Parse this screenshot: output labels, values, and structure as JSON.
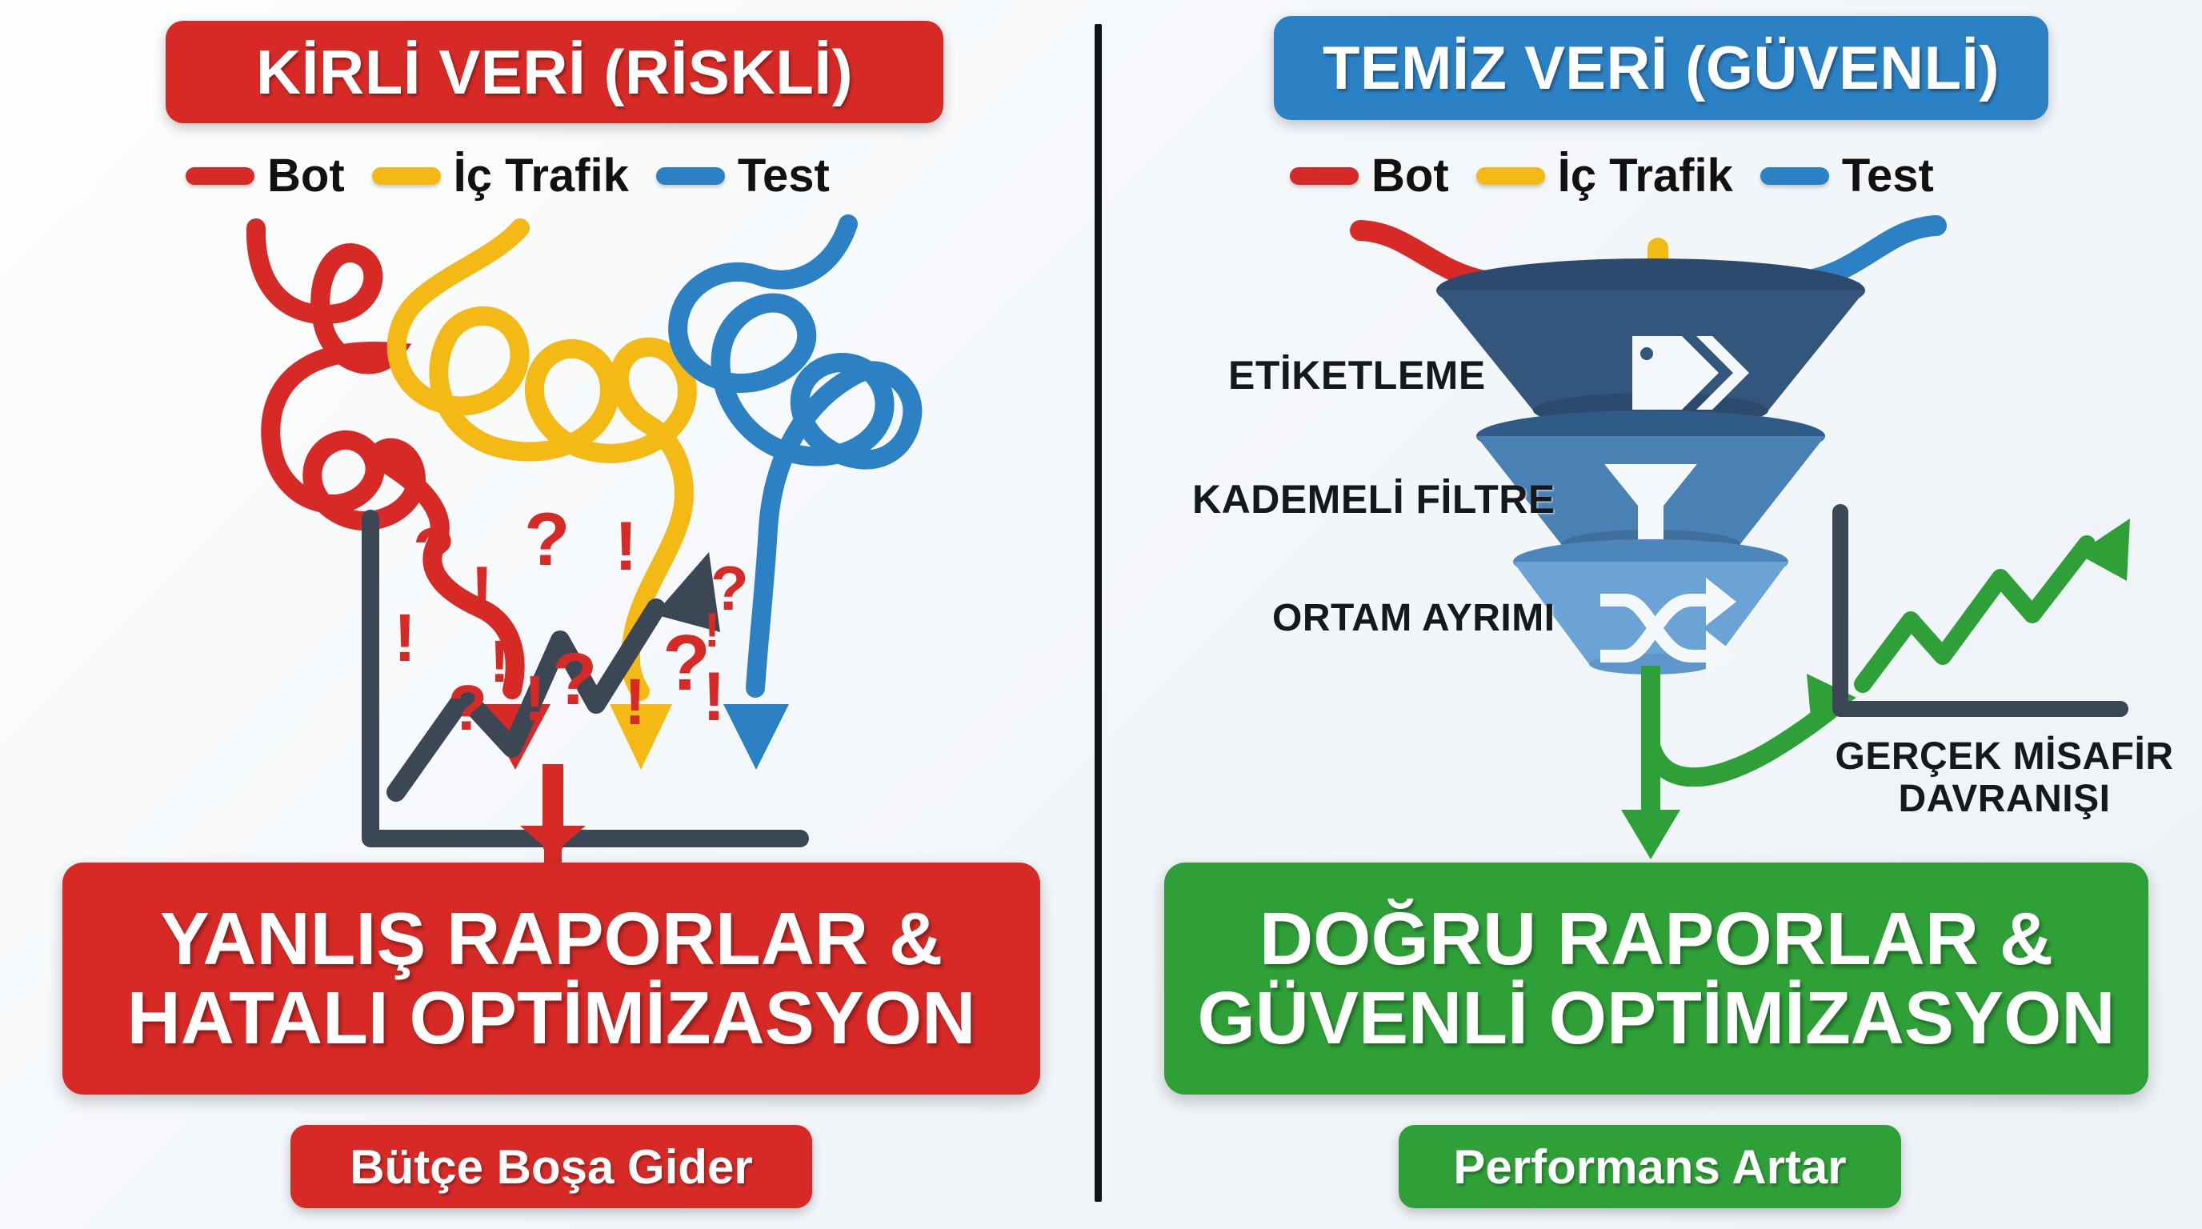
{
  "left_panel": {
    "header": "KİRLİ VERİ (RİSKLİ)",
    "header_color": "#d72a26",
    "legend": [
      {
        "label": "Bot",
        "color": "#d72a26",
        "icon": "legend-line-icon"
      },
      {
        "label": "İç Trafik",
        "color": "#f5b915",
        "icon": "legend-line-icon"
      },
      {
        "label": "Test",
        "color": "#2b81c4",
        "icon": "legend-line-icon"
      }
    ],
    "tangle": {
      "description": "tangled-scribbles",
      "colors": [
        "#d72a26",
        "#f5b915",
        "#2b81c4"
      ],
      "arrow_count": 3
    },
    "chart": {
      "icon": "chaotic-line-chart-icon",
      "axis_color": "#3c4755",
      "line_color": "#3c4755",
      "marks": [
        "?",
        "!"
      ],
      "mark_color": "#d72a26",
      "mark_count": 16
    },
    "down_arrow_color": "#d72a26",
    "banner": {
      "line1": "YANLIŞ RAPORLAR &",
      "line2": "HATALI OPTİMİZASYON",
      "color": "#d72a26"
    },
    "pill": {
      "label": "Bütçe Boşa Gider",
      "color": "#d72a26"
    }
  },
  "right_panel": {
    "header": "TEMİZ VERİ (GÜVENLİ)",
    "header_color": "#2b81c4",
    "legend": [
      {
        "label": "Bot",
        "color": "#d72a26",
        "icon": "legend-line-icon"
      },
      {
        "label": "İç Trafik",
        "color": "#f5b915",
        "icon": "legend-line-icon"
      },
      {
        "label": "Test",
        "color": "#2b81c4",
        "icon": "legend-line-icon"
      }
    ],
    "funnel": {
      "stages": [
        {
          "label": "ETİKETLEME",
          "icon": "tag-icon",
          "color": "#2c4a6e"
        },
        {
          "label": "KADEMELİ FİLTRE",
          "icon": "filter-icon",
          "color": "#4a81b4"
        },
        {
          "label": "ORTAM AYRIMI",
          "icon": "shuffle-icon",
          "color": "#6ba3d6"
        }
      ],
      "stream_colors": [
        "#d72a26",
        "#f5b915",
        "#2b81c4"
      ]
    },
    "output_arrow_color": "#2fa037",
    "chart": {
      "caption_line1": "GERÇEK MİSAFİR",
      "caption_line2": "DAVRANIŞI",
      "icon": "rising-line-chart-icon",
      "axis_color": "#3c4755",
      "line_color": "#2fa037"
    },
    "banner": {
      "line1": "DOĞRU RAPORLAR &",
      "line2": "GÜVENLİ OPTİMİZASYON",
      "color": "#2fa037"
    },
    "pill": {
      "label": "Performans Artar",
      "color": "#2fa037"
    }
  },
  "divider": {
    "color": "#111417"
  }
}
